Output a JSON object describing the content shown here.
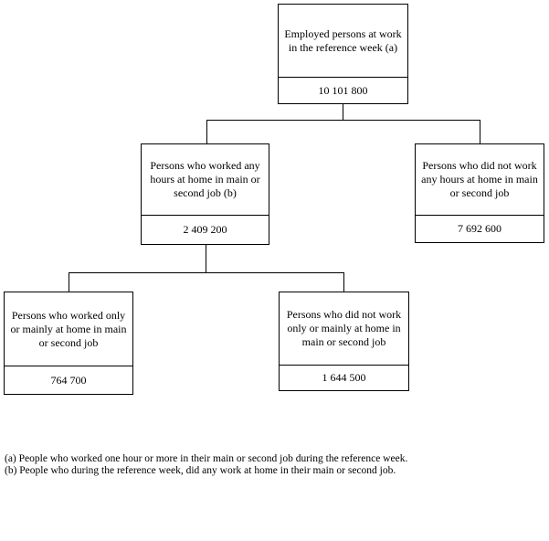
{
  "diagram": {
    "nodes": {
      "root": {
        "label": "Employed persons at work in the reference week (a)",
        "value": "10 101 800"
      },
      "worked_any_hours": {
        "label": "Persons who worked any hours at home in main or second job (b)",
        "value": "2 409 200"
      },
      "no_hours_at_home": {
        "label": "Persons who did not work any hours at home in main or second job",
        "value": "7 692 600"
      },
      "only_or_mainly": {
        "label": "Persons who worked only or mainly at home in main or second job",
        "value": "764 700"
      },
      "not_only_or_mainly": {
        "label": "Persons who did not work only or mainly at home in main or second job",
        "value": "1 644 500"
      }
    },
    "footnotes": {
      "a": "(a) People who worked one hour or more in their main or second job during the reference week.",
      "b": "(b) People who during the reference week, did any work at home in their main or second job."
    },
    "colors": {
      "border": "#000000",
      "background": "#ffffff",
      "text": "#000000"
    }
  }
}
